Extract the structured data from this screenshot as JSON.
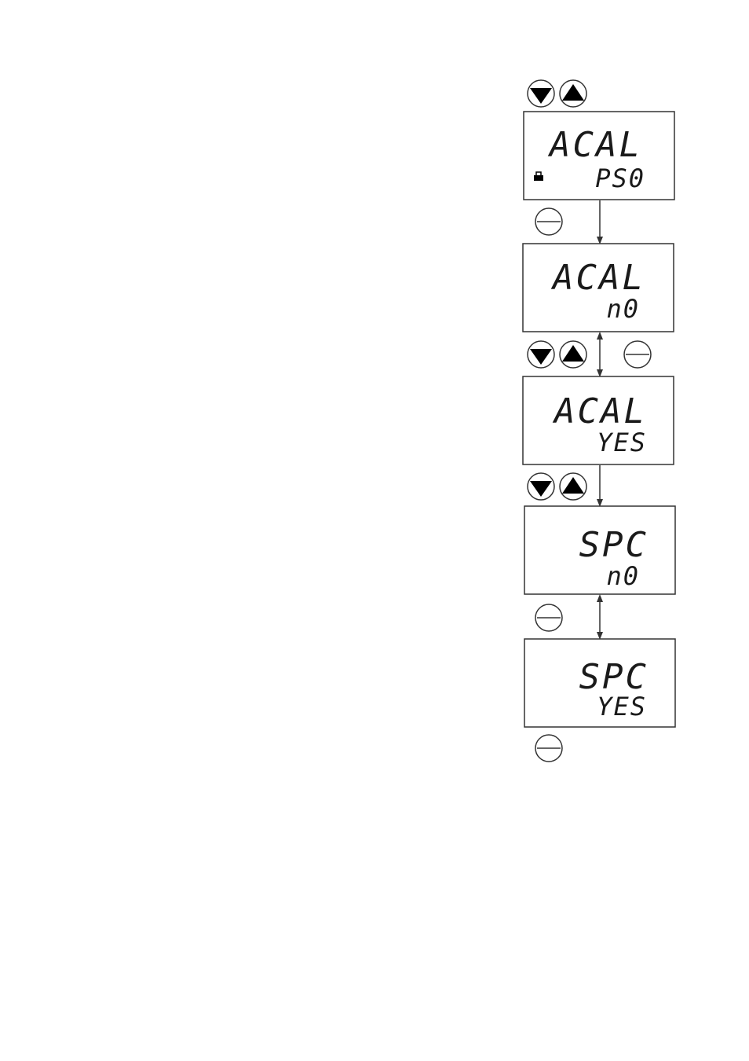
{
  "displays": [
    {
      "line1": "ACAL",
      "line2": "PS0",
      "lock_indicator": true
    },
    {
      "line1": "ACAL",
      "line2": "n0",
      "lock_indicator": false
    },
    {
      "line1": "ACAL",
      "line2": "YES",
      "lock_indicator": false
    },
    {
      "line1": "SPC",
      "line2": "n0",
      "lock_indicator": false
    },
    {
      "line1": "SPC",
      "line2": "YES",
      "lock_indicator": false
    }
  ],
  "buttons": {
    "down_icon": "triangle-down-icon",
    "up_icon": "triangle-up-icon",
    "enter_icon": "horizontal-bar-icon"
  },
  "colors": {
    "stroke": "#333333",
    "fill": "#000000",
    "background": "#ffffff"
  }
}
